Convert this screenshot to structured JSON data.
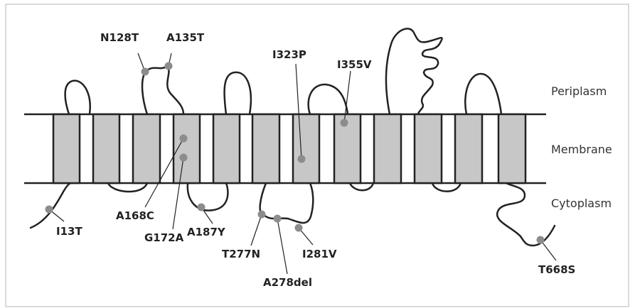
{
  "colors": {
    "frame": "#b5b5b5",
    "membrane_line": "#222222",
    "helix_fill": "#c7c7c7",
    "helix_stroke": "#222222",
    "chain": "#222222",
    "mutation_dot": "#8c8c8c",
    "label": "#222222"
  },
  "regions": {
    "periplasm": "Periplasm",
    "membrane": "Membrane",
    "cytoplasm": "Cytoplasm"
  },
  "mutations": [
    {
      "id": "n128t",
      "label": "N128T"
    },
    {
      "id": "a135t",
      "label": "A135T"
    },
    {
      "id": "i323p",
      "label": "I323P"
    },
    {
      "id": "i355v",
      "label": "I355V"
    },
    {
      "id": "i13t",
      "label": "I13T"
    },
    {
      "id": "a168c",
      "label": "A168C"
    },
    {
      "id": "g172a",
      "label": "G172A"
    },
    {
      "id": "a187y",
      "label": "A187Y"
    },
    {
      "id": "t277n",
      "label": "T277N"
    },
    {
      "id": "a278del",
      "label": "A278del"
    },
    {
      "id": "i281v",
      "label": "I281V"
    },
    {
      "id": "t668s",
      "label": "T668S"
    }
  ]
}
